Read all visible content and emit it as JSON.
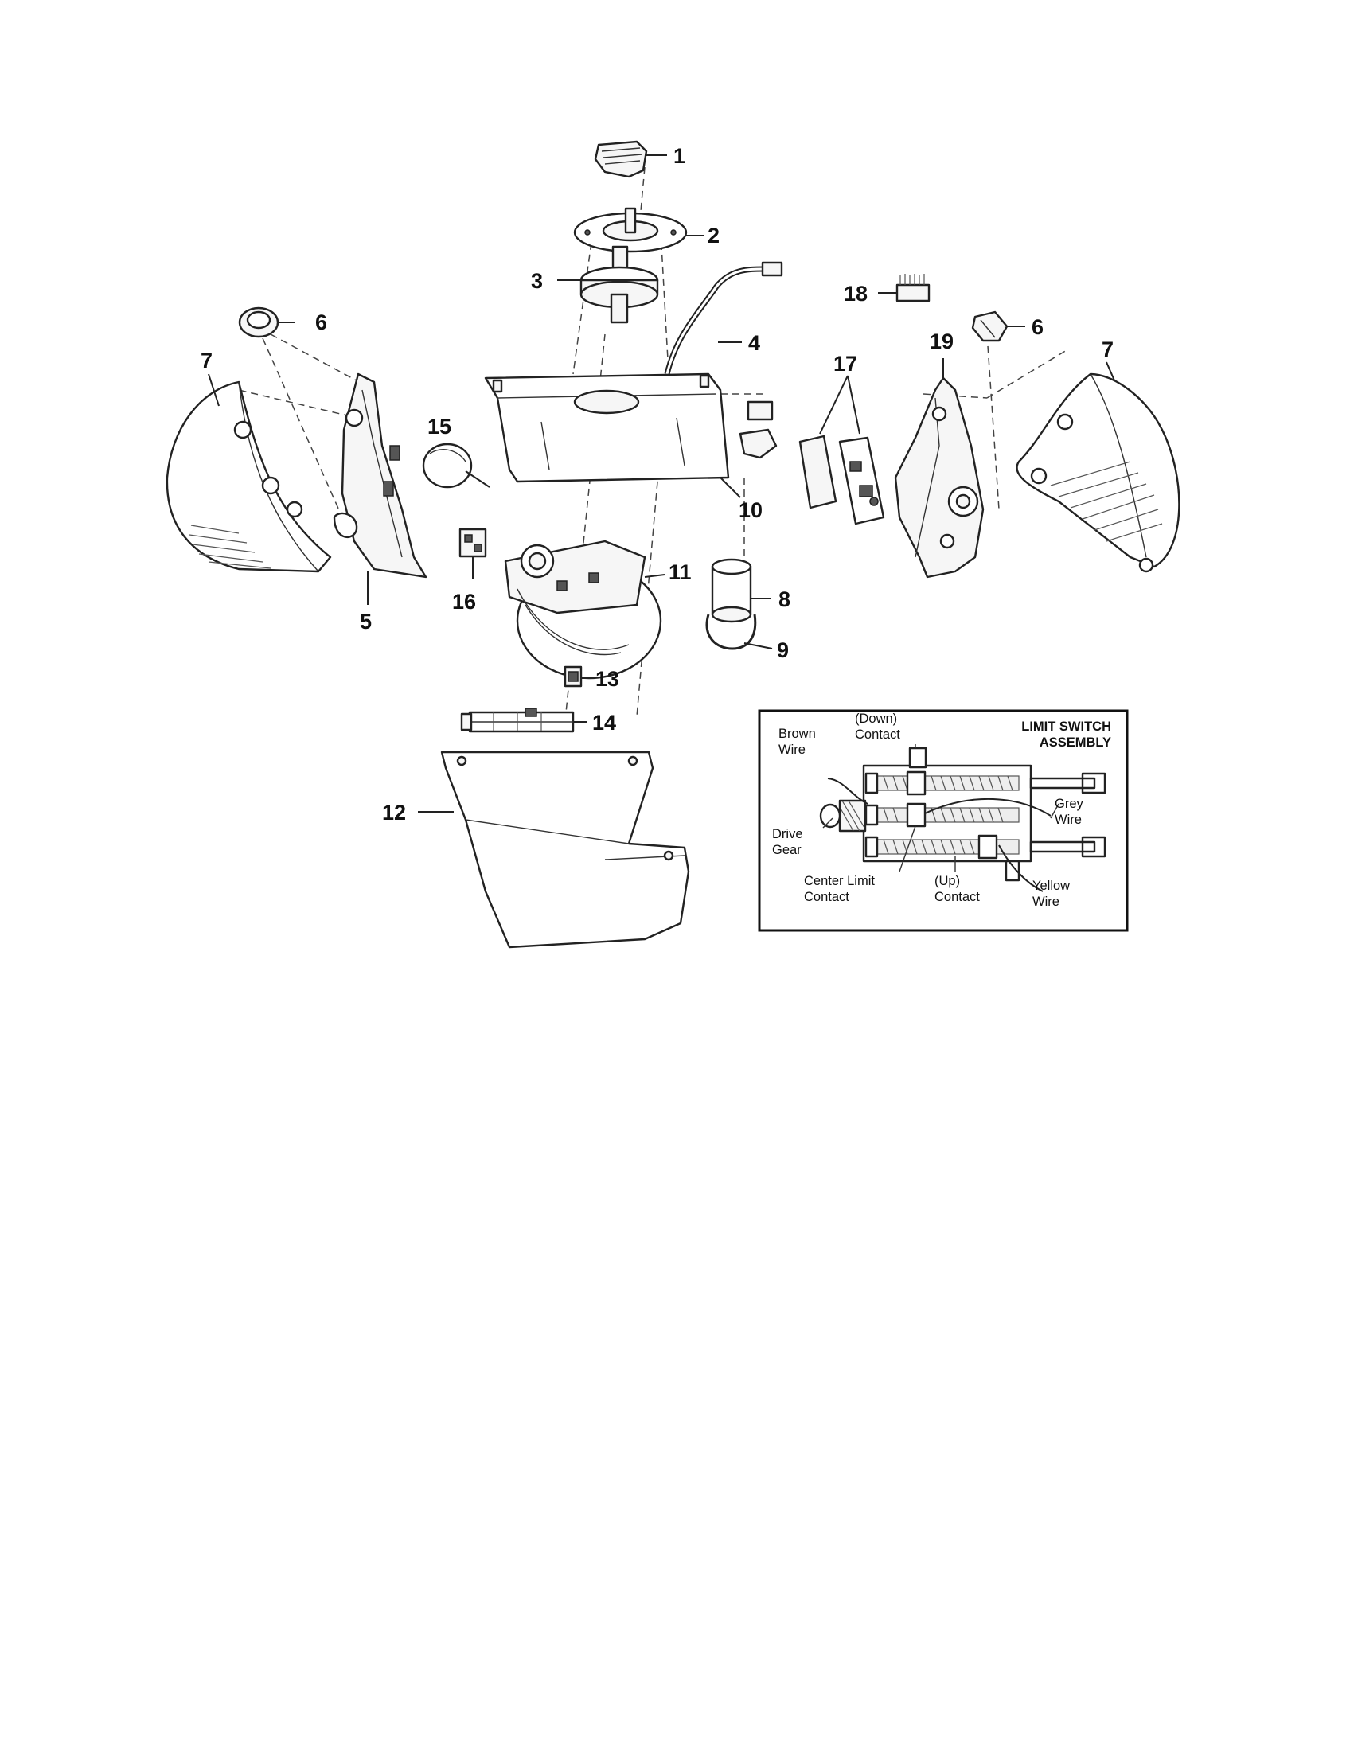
{
  "callouts": {
    "c1": "1",
    "c2": "2",
    "c3": "3",
    "c4": "4",
    "c5": "5",
    "c6a": "6",
    "c6b": "6",
    "c7a": "7",
    "c7b": "7",
    "c8": "8",
    "c9": "9",
    "c10": "10",
    "c11": "11",
    "c12": "12",
    "c13": "13",
    "c14": "14",
    "c15": "15",
    "c16": "16",
    "c17": "17",
    "c18": "18",
    "c19": "19"
  },
  "inset": {
    "title_line1": "LIMIT SWITCH",
    "title_line2": "ASSEMBLY",
    "brown_wire_1": "Brown",
    "brown_wire_2": "Wire",
    "down_contact_1": "(Down)",
    "down_contact_2": "Contact",
    "grey_wire_1": "Grey",
    "grey_wire_2": "Wire",
    "drive_gear_1": "Drive",
    "drive_gear_2": "Gear",
    "center_limit_1": "Center Limit",
    "center_limit_2": "Contact",
    "up_contact_1": "(Up)",
    "up_contact_2": "Contact",
    "yellow_wire_1": "Yellow",
    "yellow_wire_2": "Wire"
  }
}
